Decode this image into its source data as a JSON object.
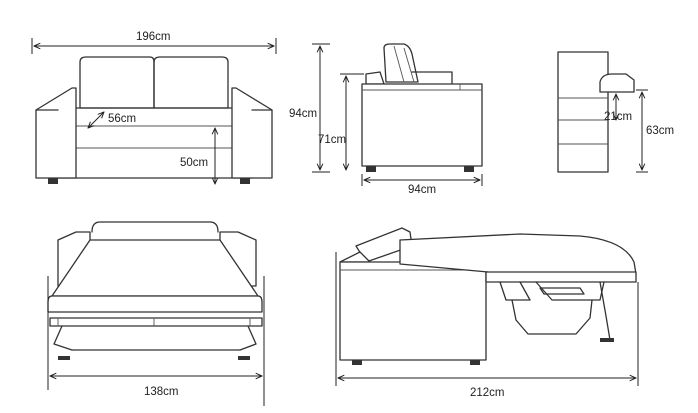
{
  "dimensions": {
    "width": "196cm",
    "seat_depth": "56cm",
    "seat_height": "50cm",
    "height": "94cm",
    "arm_height": "71cm",
    "depth": "94cm",
    "mattress_thickness": "21cm",
    "bed_height": "63cm",
    "bed_width": "138cm",
    "bed_length": "212cm"
  },
  "colors": {
    "line": "#333333",
    "background": "#ffffff"
  }
}
